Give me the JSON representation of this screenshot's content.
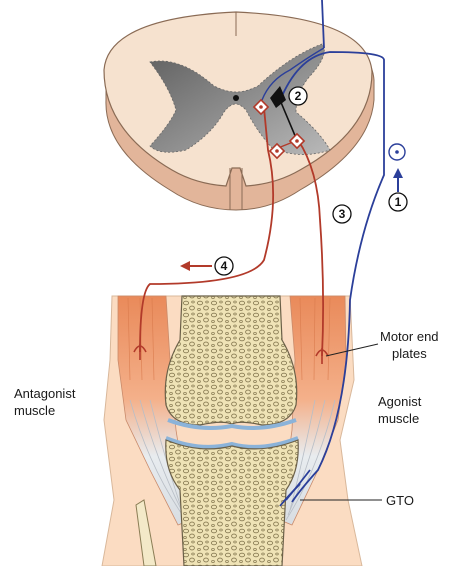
{
  "labels": {
    "motor_end_plates": [
      "Motor end",
      "plates"
    ],
    "antagonist_muscle": [
      "Antagonist",
      "muscle"
    ],
    "agonist_muscle": [
      "Agonist",
      "muscle"
    ],
    "gto": "GTO"
  },
  "markers": [
    "1",
    "2",
    "3",
    "4"
  ],
  "colors": {
    "afferent": "#2b3f9a",
    "efferent": "#b23a2a",
    "interneuron": "#111111",
    "spinal_white": "#f6e2cf",
    "spinal_grey": "#8c8c8c",
    "muscle": "#f2a47a",
    "bone": "#efe3b6",
    "skin": "#f9d6b8"
  }
}
